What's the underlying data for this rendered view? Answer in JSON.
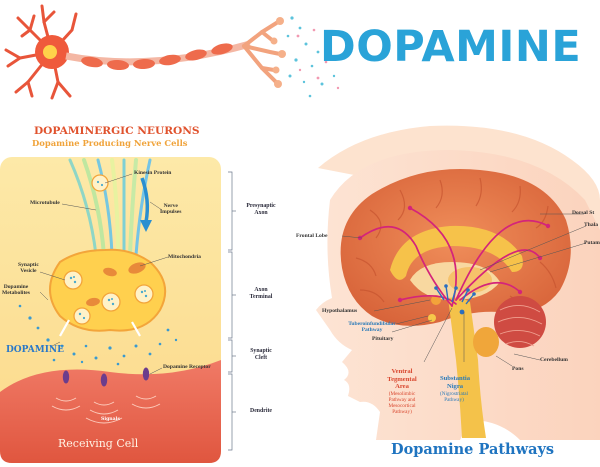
{
  "title": "DOPAMINE",
  "neuron_panel": {
    "title": "DOPAMINERGIC NEURONS",
    "subtitle": "Dopamine Producing Nerve Cells",
    "labels": {
      "kinesin": "Kinesin Protein",
      "nerve_impulses": "Nerve\nImpulses",
      "microtubule": "Microtubule",
      "mitochondria": "Mitochondria",
      "synaptic_vesicle": "Synaptic\nVesicle",
      "dopamine_metabolites": "Dopamine\nMetabolites",
      "dopamine": "DOPAMINE",
      "dopamine_receptor": "Dopamine Receptor",
      "signals": "Signals",
      "receiving_cell": "Receiving Cell"
    },
    "regions": [
      {
        "label": "Presynaptic\nAxon"
      },
      {
        "label": "Axon\nTerminal"
      },
      {
        "label": "Synaptic\nCleft"
      },
      {
        "label": "Dendrite"
      }
    ]
  },
  "brain_panel": {
    "labels": {
      "frontal_lobe": "Frontal Lobe",
      "dorsal_striatum": "Dorsal St",
      "thalamus": "Thala",
      "putamen": "Putam",
      "hypothalamus": "Hypothalamus",
      "tuberoinfundibular": "Tuberoinfundibular\nPathway",
      "pituitary": "Pituitary",
      "vta": "Ventral\nTegmental\nArea",
      "vta_paths": "(Mesolimbic\nPathway and\nMesocortical\nPathway)",
      "substantia_nigra": "Substantia\nNigra",
      "nigrostriatal": "(Nigrostriatal\nPathway)",
      "cerebellum": "Cerebellum",
      "pons": "Pons"
    },
    "title": "Dopamine Pathways"
  },
  "colors": {
    "title_blue": "#2aa3d8",
    "neuron_red": "#e0522d",
    "neuron_orange": "#f0a33a",
    "pathway_magenta": "#d4247a",
    "brain_orange": "#e0784c",
    "cerebellum_red": "#c9483e"
  }
}
